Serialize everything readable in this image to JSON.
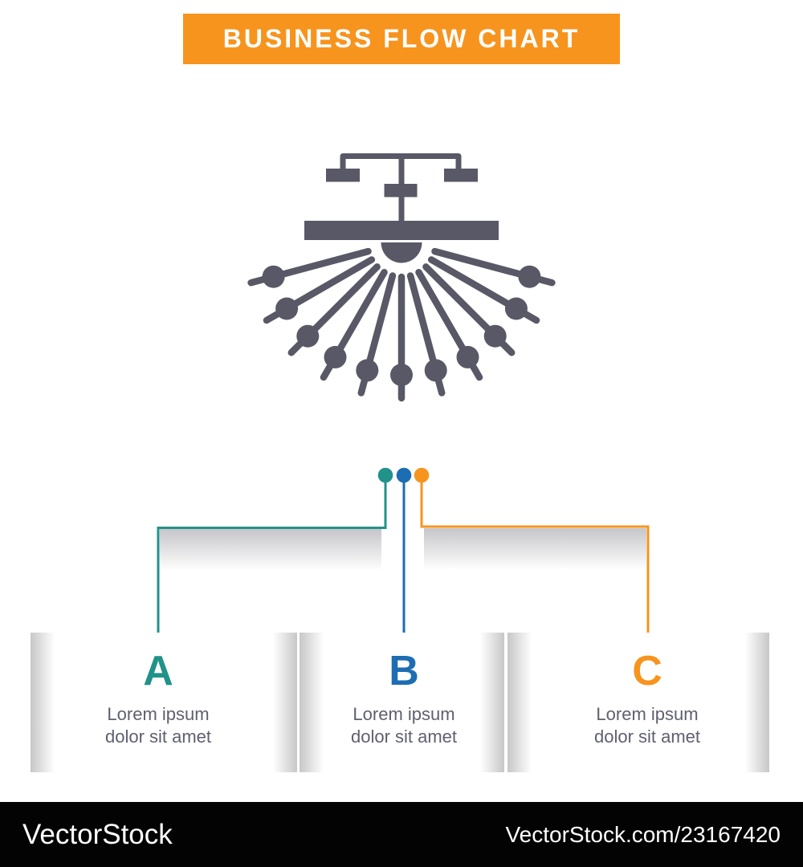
{
  "banner": {
    "title": "BUSINESS FLOW CHART"
  },
  "icon": {
    "name": "optimization-distribution-flowchart-icon"
  },
  "colors": {
    "orange": "#F7941E",
    "teal": "#21928A",
    "blue": "#1D6DB2",
    "slate": "#585866",
    "text_gray": "#5F5F70",
    "banner_text": "#FFFFFF",
    "watermark_bg": "#030303",
    "watermark_text": "#FFFFFF"
  },
  "sections": [
    {
      "letter": "A",
      "line1": "Lorem ipsum",
      "line2": "dolor sit amet"
    },
    {
      "letter": "B",
      "line1": "Lorem ipsum",
      "line2": "dolor sit amet"
    },
    {
      "letter": "C",
      "line1": "Lorem ipsum",
      "line2": "dolor sit amet"
    }
  ],
  "watermark": {
    "brand": "VectorStock",
    "right_text": "VectorStock.com/23167420"
  }
}
